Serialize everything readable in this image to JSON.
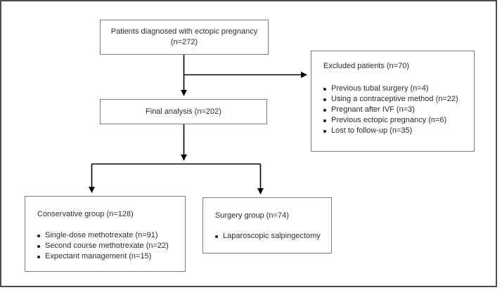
{
  "flowchart": {
    "top_box": {
      "line1": "Patients diagnosed with ectopic pregnancy",
      "line2": "(n=272)"
    },
    "final_box": {
      "label": "Final analysis (n=202)"
    },
    "excluded_box": {
      "title": "Excluded patients (n=70)",
      "items": [
        "Previous tubal surgery (n=4)",
        "Using a contraceptive method (n=22)",
        "Pregnant after IVF (n=3)",
        "Previous ectopic pregnancy (n=6)",
        "Lost to follow-up (n=35)"
      ]
    },
    "conservative_box": {
      "title": "Conservative group (n=128)",
      "items": [
        "Single-dose methotrexate (n=91)",
        "Second course methotrexate (n=22)",
        "Expectant management (n=15)"
      ]
    },
    "surgery_box": {
      "title": "Surgery group (n=74)",
      "items": [
        "Laparoscopic salpingectomy"
      ]
    }
  },
  "colors": {
    "background": "#ffffff",
    "frame": "#4d4d4d",
    "box_border": "#7d7d7d",
    "text": "#2e2e2e",
    "arrow": "#000000"
  }
}
